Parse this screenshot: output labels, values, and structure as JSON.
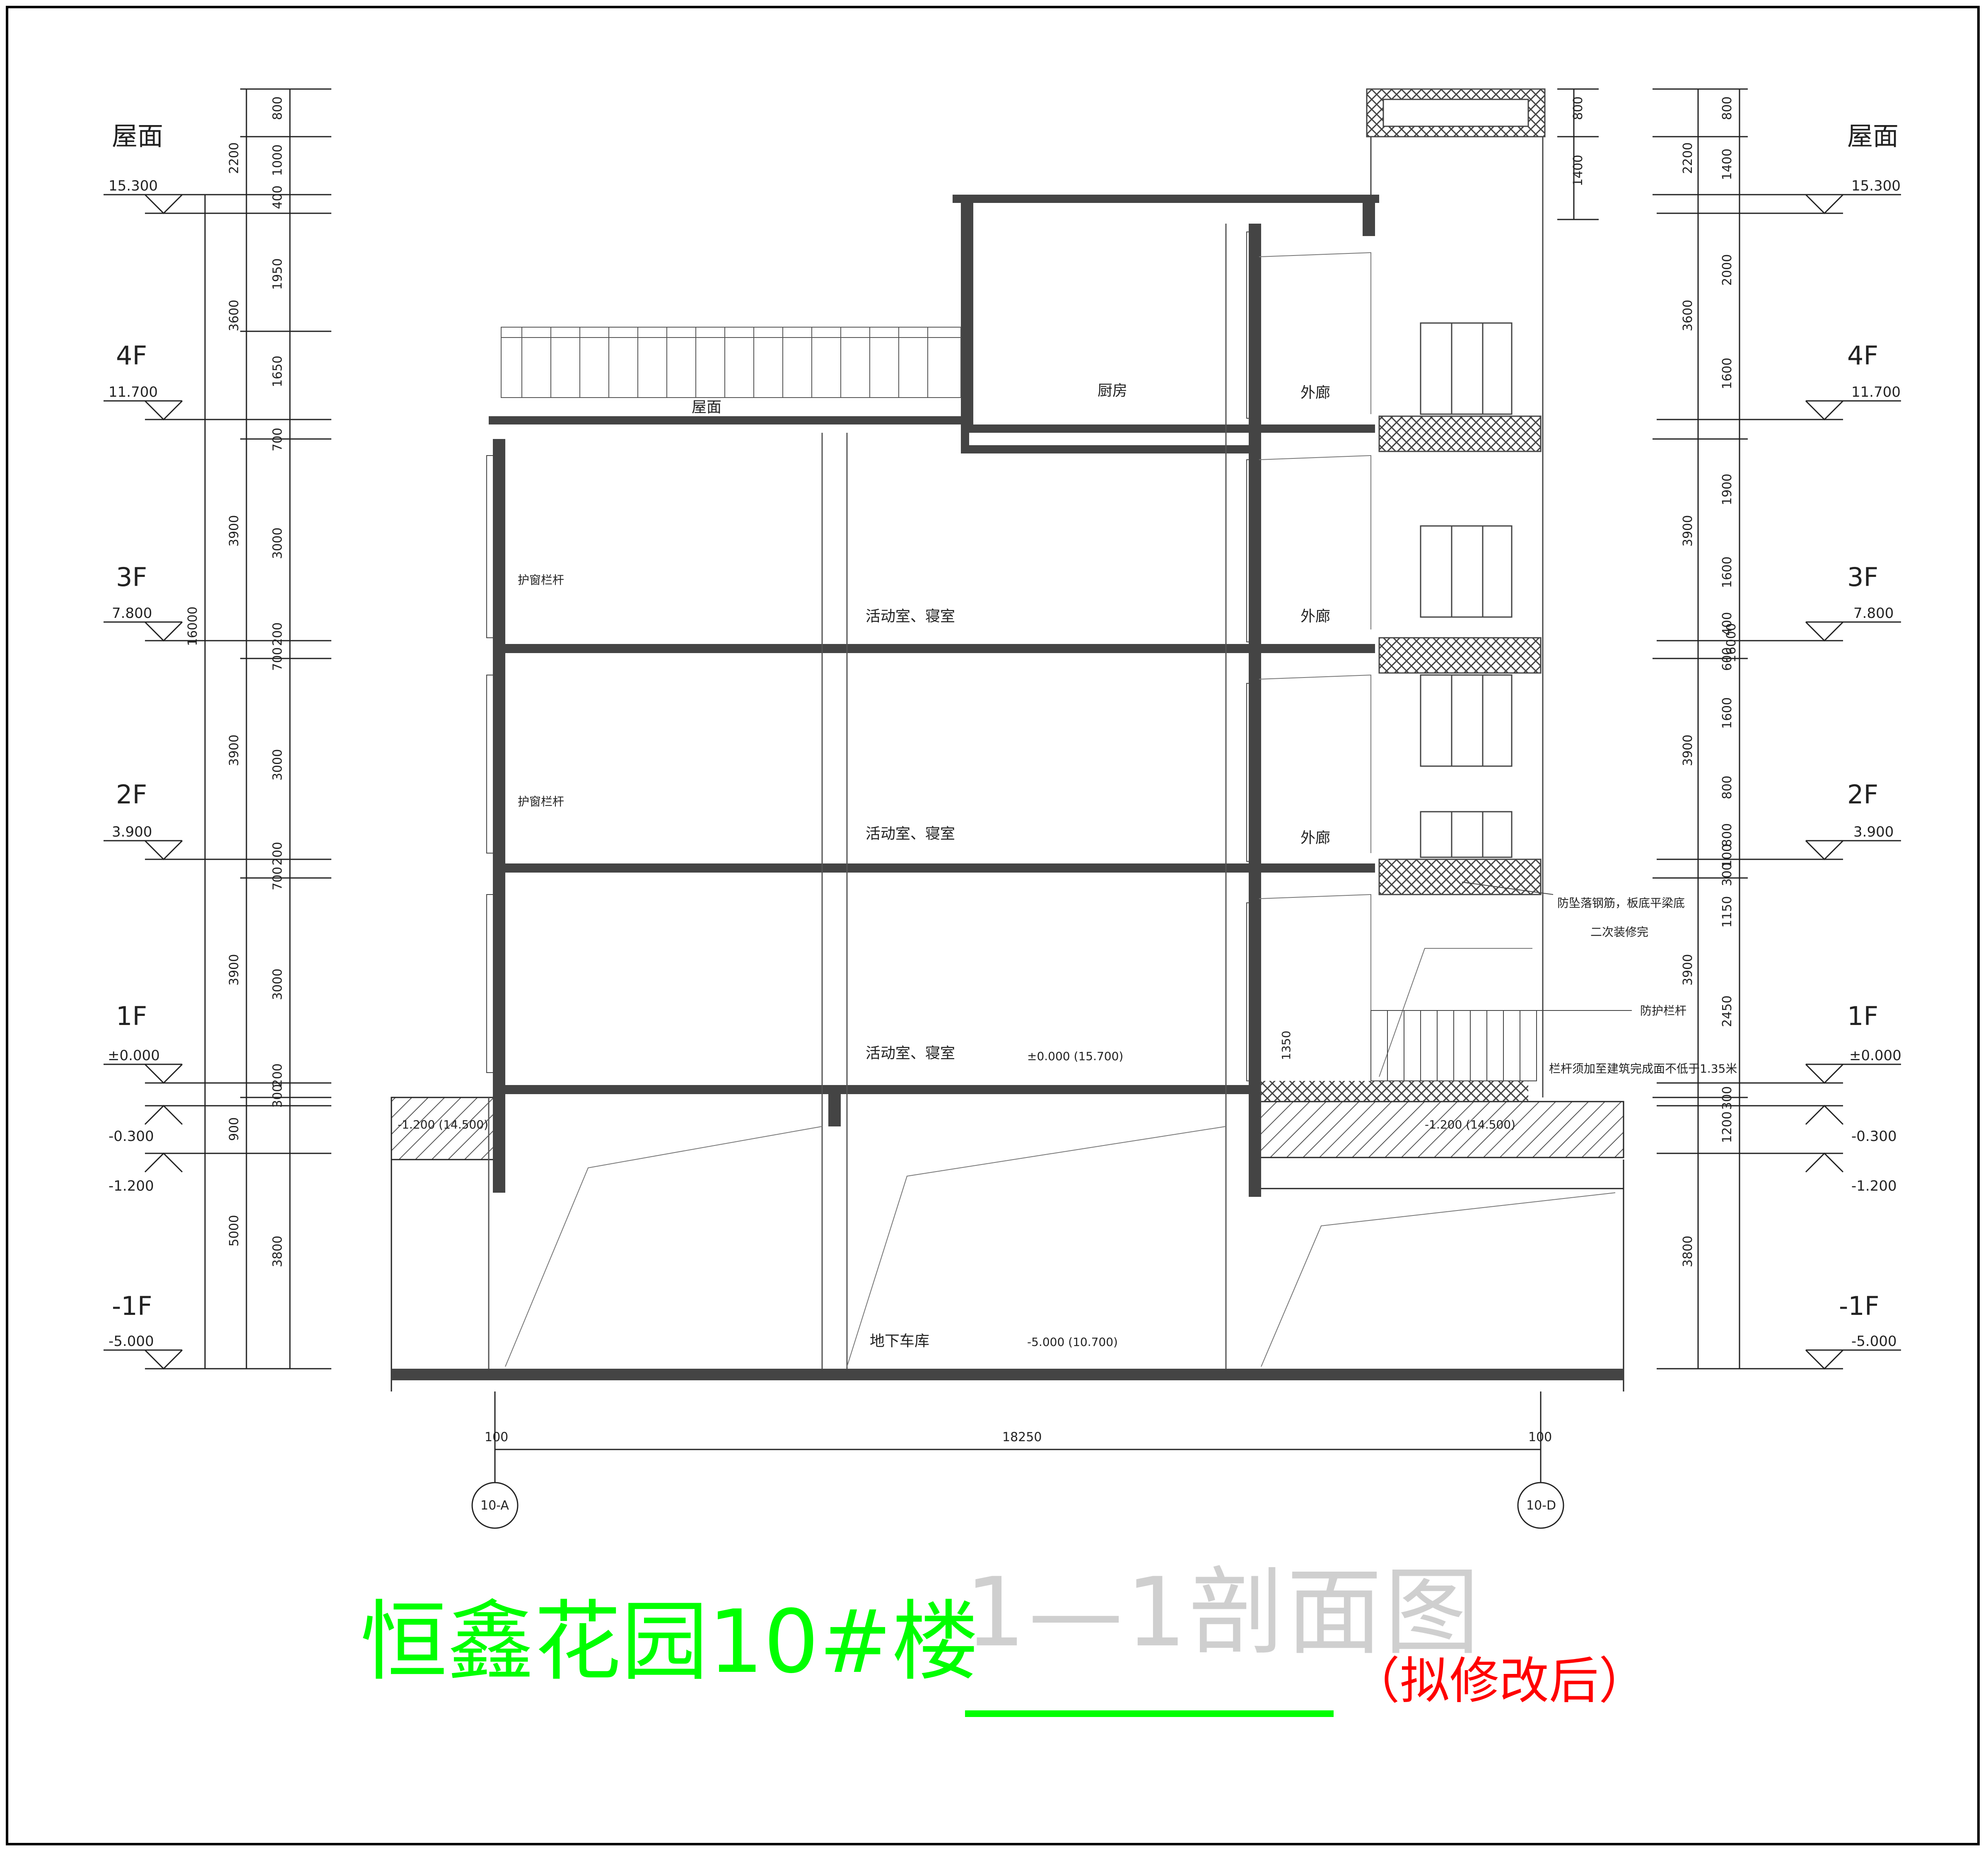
{
  "title": {
    "main": "恒鑫花园10#楼",
    "sub": "1—1剖面图",
    "note": "（拟修改后）"
  },
  "levels": [
    {
      "name": "屋面",
      "elev": "15.300"
    },
    {
      "name": "4F",
      "elev": "11.700"
    },
    {
      "name": "3F",
      "elev": "7.800"
    },
    {
      "name": "2F",
      "elev": "3.900"
    },
    {
      "name": "1F",
      "elev": "±0.000"
    },
    {
      "name": "",
      "elev": "-0.300"
    },
    {
      "name": "",
      "elev": "-1.200"
    },
    {
      "name": "-1F",
      "elev": "-5.000"
    }
  ],
  "dims_left": {
    "col1": [
      "16000",
      "5000"
    ],
    "col2": [
      "2200",
      "3600",
      "3900",
      "3900",
      "3900",
      "900"
    ],
    "col3": [
      "800",
      "1000",
      "400",
      "1950",
      "1650",
      "700",
      "3000",
      "200",
      "700",
      "3000",
      "200",
      "700",
      "3000",
      "200",
      "300",
      "3800"
    ]
  },
  "dims_right": {
    "col1": [
      "2200",
      "3600",
      "3900",
      "16000",
      "3900",
      "3900",
      "3800"
    ],
    "col2": [
      "800",
      "1400",
      "2000",
      "1600",
      "1900",
      "1600",
      "400",
      "600",
      "1600",
      "800",
      "800",
      "100",
      "300",
      "1150",
      "2450",
      "300",
      "1200"
    ]
  },
  "dims_tower": [
    "800",
    "1400"
  ],
  "rooms": {
    "roof_label": "屋面",
    "kitchen": "厨房",
    "corridor": "外廊",
    "activity": "活动室、寝室",
    "garage": "地下车库"
  },
  "notes": {
    "window_guard": "护窗栏杆",
    "floor_1f": "±0.000 (15.700)",
    "floor_b1": "-5.000 (10.700)",
    "soil_left": "-1.200 (14.500)",
    "soil_right": "-1.200 (14.500)",
    "dim_300": "300",
    "dim_1350": "1350",
    "dim_900": "900",
    "callout_1": "防坠落钢筋，板底平梁底",
    "callout_2": "二次装修完",
    "callout_3": "防护栏杆",
    "callout_4": "栏杆须加至建筑完成面不低于1.35米"
  },
  "bottom": {
    "span": "18250",
    "offset_left": "100",
    "offset_right": "100",
    "axis_left": "10-A",
    "axis_right": "10-D"
  }
}
